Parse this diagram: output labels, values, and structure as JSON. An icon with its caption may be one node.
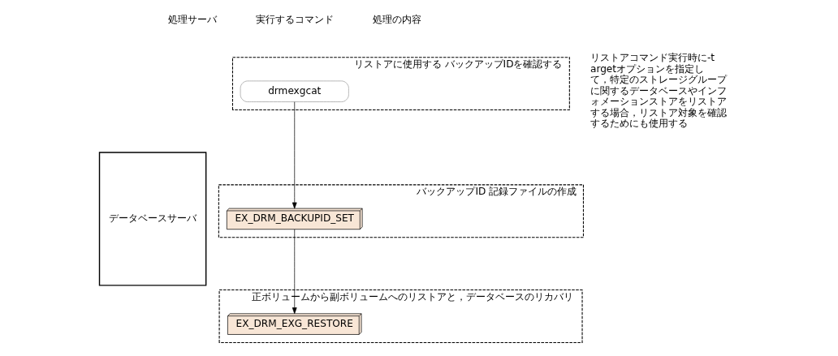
{
  "diagram": {
    "nodes": [
      {
        "text": [
          "データベースサーバ"
        ]
      },
      {
        "text": [
          "リストアに使用する バックアップIDを確認する"
        ]
      },
      {
        "text": [
          "drmexgcat"
        ],
        "in": 1
      },
      {
        "text": [
          "バックアップID 記録ファイルの作成"
        ]
      },
      {
        "text": [
          "EX_DRM_BACKUPID_SET"
        ],
        "in": 3
      },
      {
        "text": [
          "正ボリュームから副ボリュームへのリストアと，データベースのリカバリ"
        ]
      },
      {
        "text": [
          "EX_DRM_EXG_RESTORE"
        ],
        "in": 5
      }
    ],
    "edges": [
      {
        "from": 2,
        "to": 4,
        "arrow": "to"
      },
      {
        "from": 4,
        "to": 6,
        "arrow": "to"
      }
    ],
    "labels": [
      "処理サーバ",
      "実行するコマンド",
      "処理の内容",
      "リストアコマンド実行時に-targetオプションを指定して，特定のストレージグループに関するデータベースやインフォメーションストアをリストアする場合，リストア対象を確認するためにも使用する"
    ]
  }
}
